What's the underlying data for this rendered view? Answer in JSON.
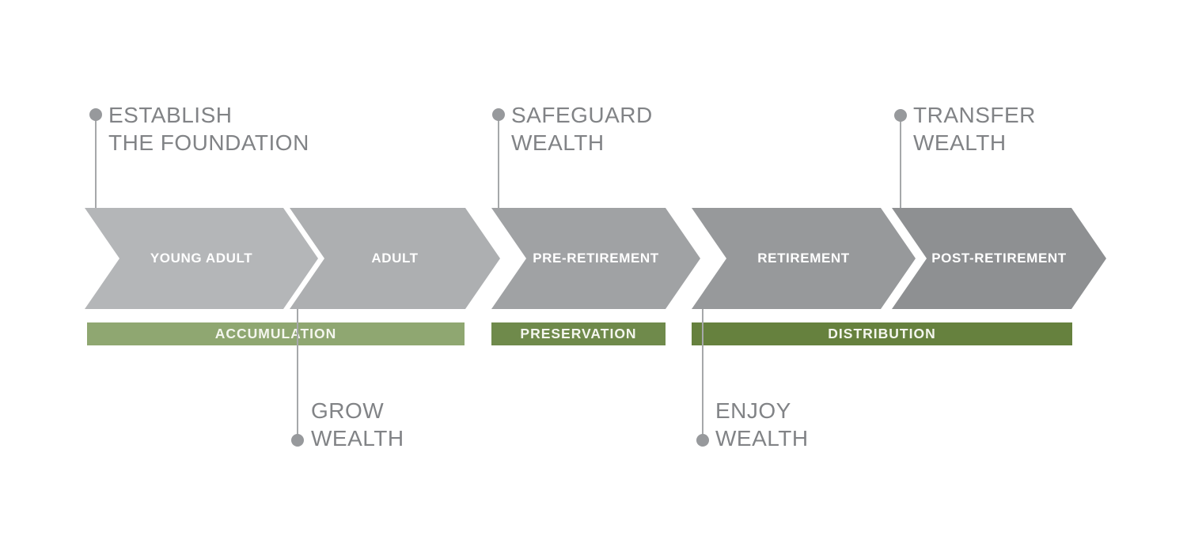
{
  "stages": [
    {
      "label": "YOUNG ADULT",
      "color": "#b4b6b8"
    },
    {
      "label": "ADULT",
      "color": "#adafb1"
    },
    {
      "label": "PRE-RETIREMENT",
      "color": "#a0a2a4"
    },
    {
      "label": "RETIREMENT",
      "color": "#97999b"
    },
    {
      "label": "POST-RETIREMENT",
      "color": "#8e9092"
    }
  ],
  "phases": [
    {
      "label": "ACCUMULATION",
      "color": "#8fa771"
    },
    {
      "label": "PRESERVATION",
      "color": "#6f8a4b"
    },
    {
      "label": "DISTRIBUTION",
      "color": "#66813e"
    }
  ],
  "callouts": [
    {
      "id": "establish-the-foundation",
      "lines": [
        "ESTABLISH",
        "THE FOUNDATION"
      ],
      "position": "top"
    },
    {
      "id": "safeguard-wealth",
      "lines": [
        "SAFEGUARD",
        "WEALTH"
      ],
      "position": "top"
    },
    {
      "id": "transfer-wealth",
      "lines": [
        "TRANSFER",
        "WEALTH"
      ],
      "position": "top"
    },
    {
      "id": "grow-wealth",
      "lines": [
        "GROW",
        "WEALTH"
      ],
      "position": "bottom"
    },
    {
      "id": "enjoy-wealth",
      "lines": [
        "ENJOY",
        "WEALTH"
      ],
      "position": "bottom"
    }
  ],
  "colors": {
    "background": "#ffffff",
    "callout_text": "#818386",
    "callout_line": "#a6a8aa",
    "callout_dot": "#97999c",
    "stage_text": "#ffffff",
    "phase_text": "#f4f6ee"
  }
}
